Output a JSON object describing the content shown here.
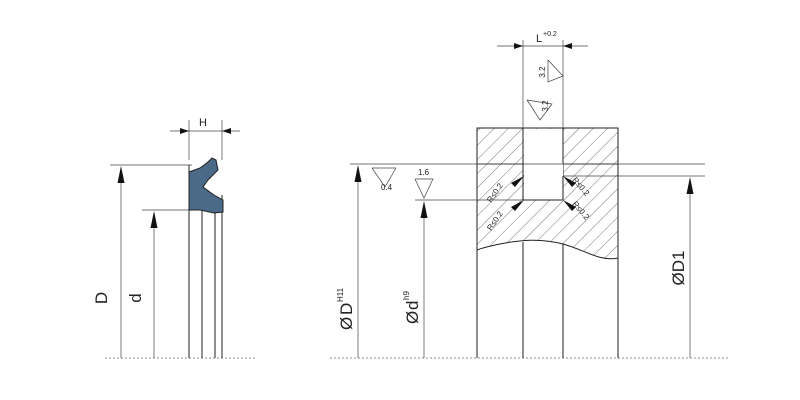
{
  "left_view": {
    "dim_width": "H",
    "dim_outer": "D",
    "dim_inner": "d",
    "seal_color": "#4a6a88"
  },
  "right_view": {
    "dim_length": "L",
    "dim_length_tol": "+0.2",
    "roughness_top_1": "3.2",
    "roughness_top_2": "3.2",
    "roughness_bore": "0.4",
    "roughness_rod": "1.6",
    "dim_bore_symbol": "Ø",
    "dim_bore": "D",
    "dim_bore_fit": "H11",
    "dim_rod_symbol": "Ø",
    "dim_rod": "d",
    "dim_rod_fit": "h9",
    "dim_groove": "ØD1",
    "radius_1": "R≤0.2",
    "radius_2": "R≤0.2",
    "radius_3": "R≤0.2",
    "radius_4": "R≤0.2"
  }
}
